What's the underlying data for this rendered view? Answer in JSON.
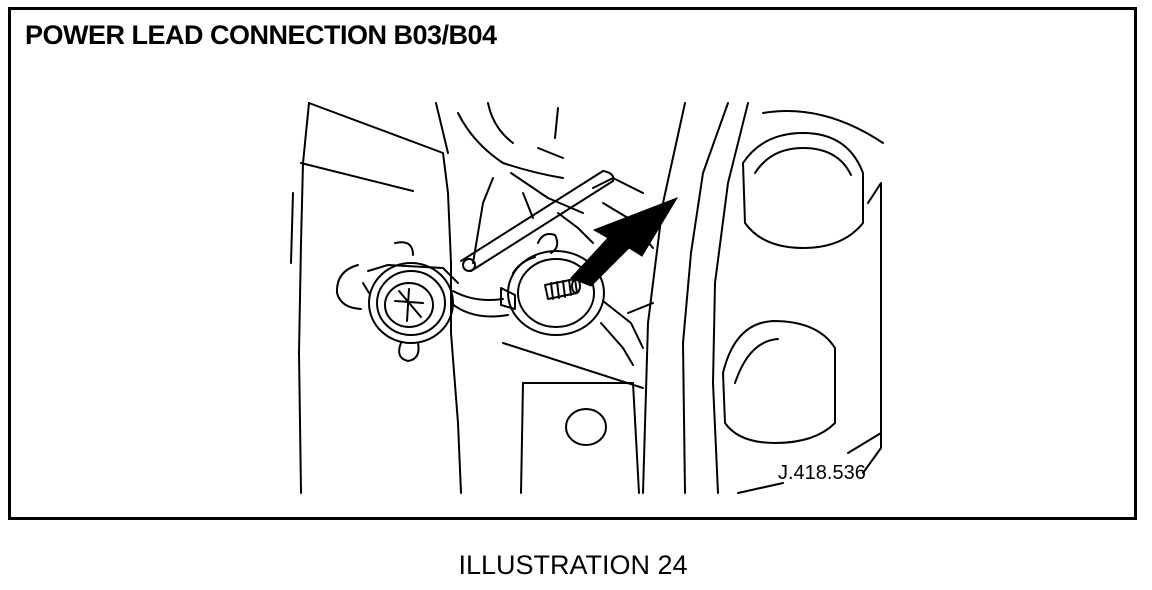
{
  "diagram": {
    "title": "POWER LEAD CONNECTION B03/B04",
    "reference_code": "J.418.536",
    "caption": "ILLUSTRATION 24",
    "line_color": "#000000",
    "background_color": "#ffffff"
  }
}
